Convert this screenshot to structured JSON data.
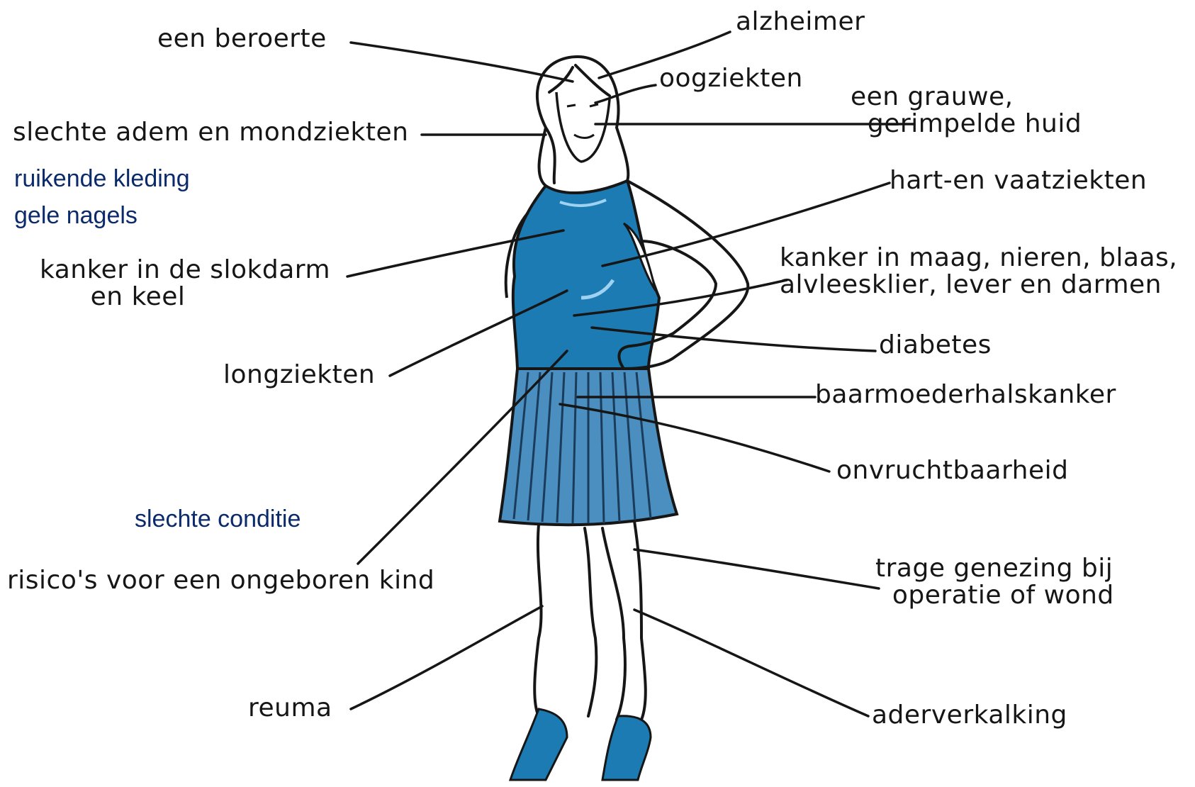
{
  "labels": {
    "stroke": "een beroerte",
    "alzheimer": "alzheimer",
    "eye": "oogziekten",
    "skin": "een grauwe,\n  gerimpelde huid",
    "mouth": "slechte adem en mondziekten",
    "heart": "hart-en vaatziekten",
    "esophagus": "kanker in de slokdarm\n      en keel",
    "organs": "kanker in maag, nieren, blaas,\nalvleesklier, lever en darmen",
    "diabetes": "diabetes",
    "lung": "longziekten",
    "cervical": "baarmoederhalskanker",
    "infertility": "onvruchtbaarheid",
    "healing": "trage genezing bij\n  operatie of wond",
    "unborn": "risico's voor een ongeboren kind",
    "rheuma": "reuma",
    "arteries": "aderverkalking"
  },
  "extra": {
    "clothes": "ruikende kleding",
    "nails": "gele nagels",
    "condition": "slechte conditie"
  },
  "colors": {
    "ink": "#161616",
    "shirt": "#1d7bb3",
    "skirt": "#4a8fc0",
    "blue_text": "#0b2a6b"
  }
}
